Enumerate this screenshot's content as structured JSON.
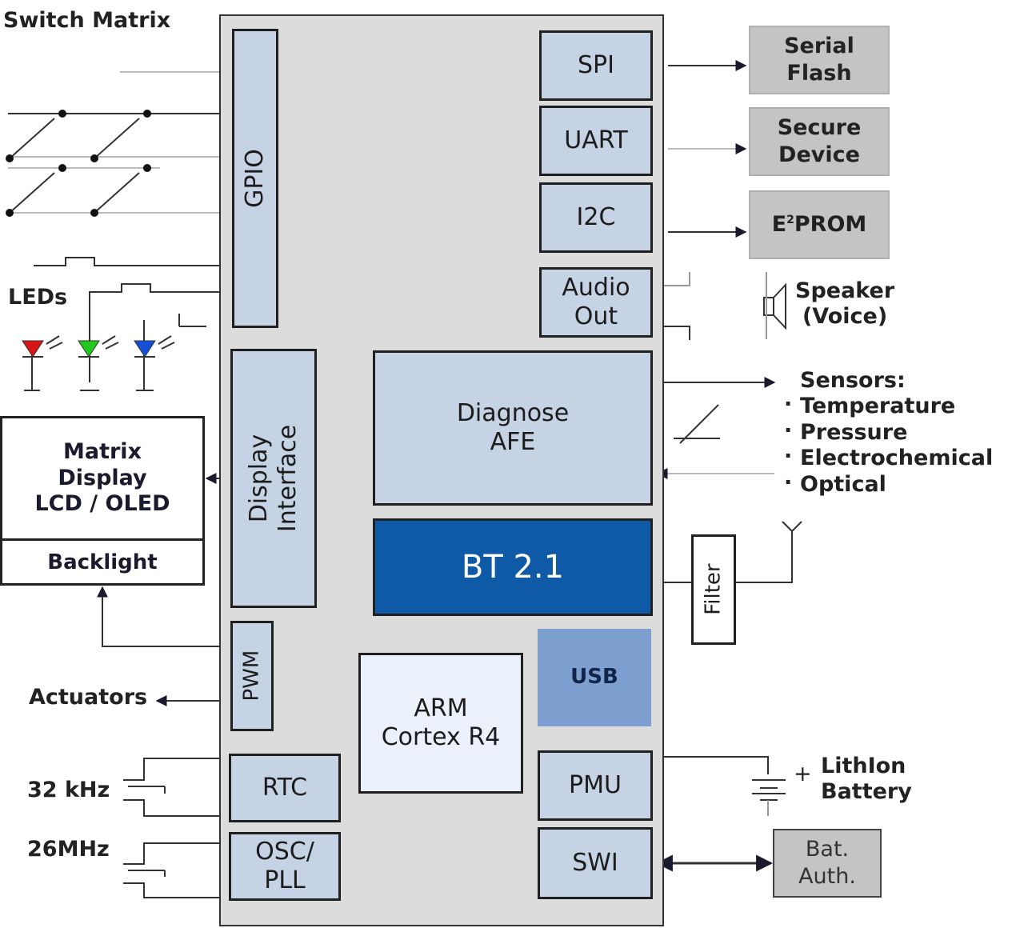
{
  "switch_matrix_label": "Switch Matrix",
  "leds_label": "LEDs",
  "matrix_display": {
    "line1": "Matrix",
    "line2": "Display",
    "line3": "LCD / OLED"
  },
  "backlight_label": "Backlight",
  "actuators_label": "Actuators",
  "clock_32k_label": "32 kHz",
  "clock_26m_label": "26MHz",
  "blocks": {
    "gpio": "GPIO",
    "display_interface": {
      "line1": "Display",
      "line2": "Interface"
    },
    "pwm": "PWM",
    "rtc": "RTC",
    "osc": {
      "line1": "OSC/",
      "line2": "PLL"
    },
    "spi": "SPI",
    "uart": "UART",
    "i2c": "I2C",
    "audio_out": {
      "line1": "Audio",
      "line2": "Out"
    },
    "diagnose_afe": {
      "line1": "Diagnose",
      "line2": "AFE"
    },
    "bt": "BT 2.1",
    "usb": "USB",
    "arm": {
      "line1": "ARM",
      "line2": "Cortex R4"
    },
    "pmu": "PMU",
    "swi": "SWI"
  },
  "external": {
    "serial_flash": {
      "line1": "Serial",
      "line2": "Flash"
    },
    "secure_device": {
      "line1": "Secure",
      "line2": "Device"
    },
    "eeprom": {
      "prefix": "E",
      "sup": "2",
      "suffix": "PROM"
    },
    "bat_auth": {
      "line1": "Bat.",
      "line2": "Auth."
    },
    "filter": "Filter"
  },
  "speaker": {
    "line1": "Speaker",
    "line2": "(Voice)"
  },
  "sensors": {
    "title": "Sensors:",
    "items": [
      "Temperature",
      "Pressure",
      "Electrochemical",
      "Optical"
    ]
  },
  "battery": {
    "plus": "+",
    "line1": "LithIon",
    "line2": "Battery"
  },
  "colors": {
    "chip_bg": "#dcdcdc",
    "block_fill": "#c6d3e4",
    "bt_fill": "#0f5aa6",
    "usb_fill": "#7d9fcf",
    "arm_fill": "#eaf1fb",
    "external_fill": "#c4c4c4",
    "led_red": "#d81414",
    "led_green": "#22c81e",
    "led_blue": "#1450d8"
  }
}
